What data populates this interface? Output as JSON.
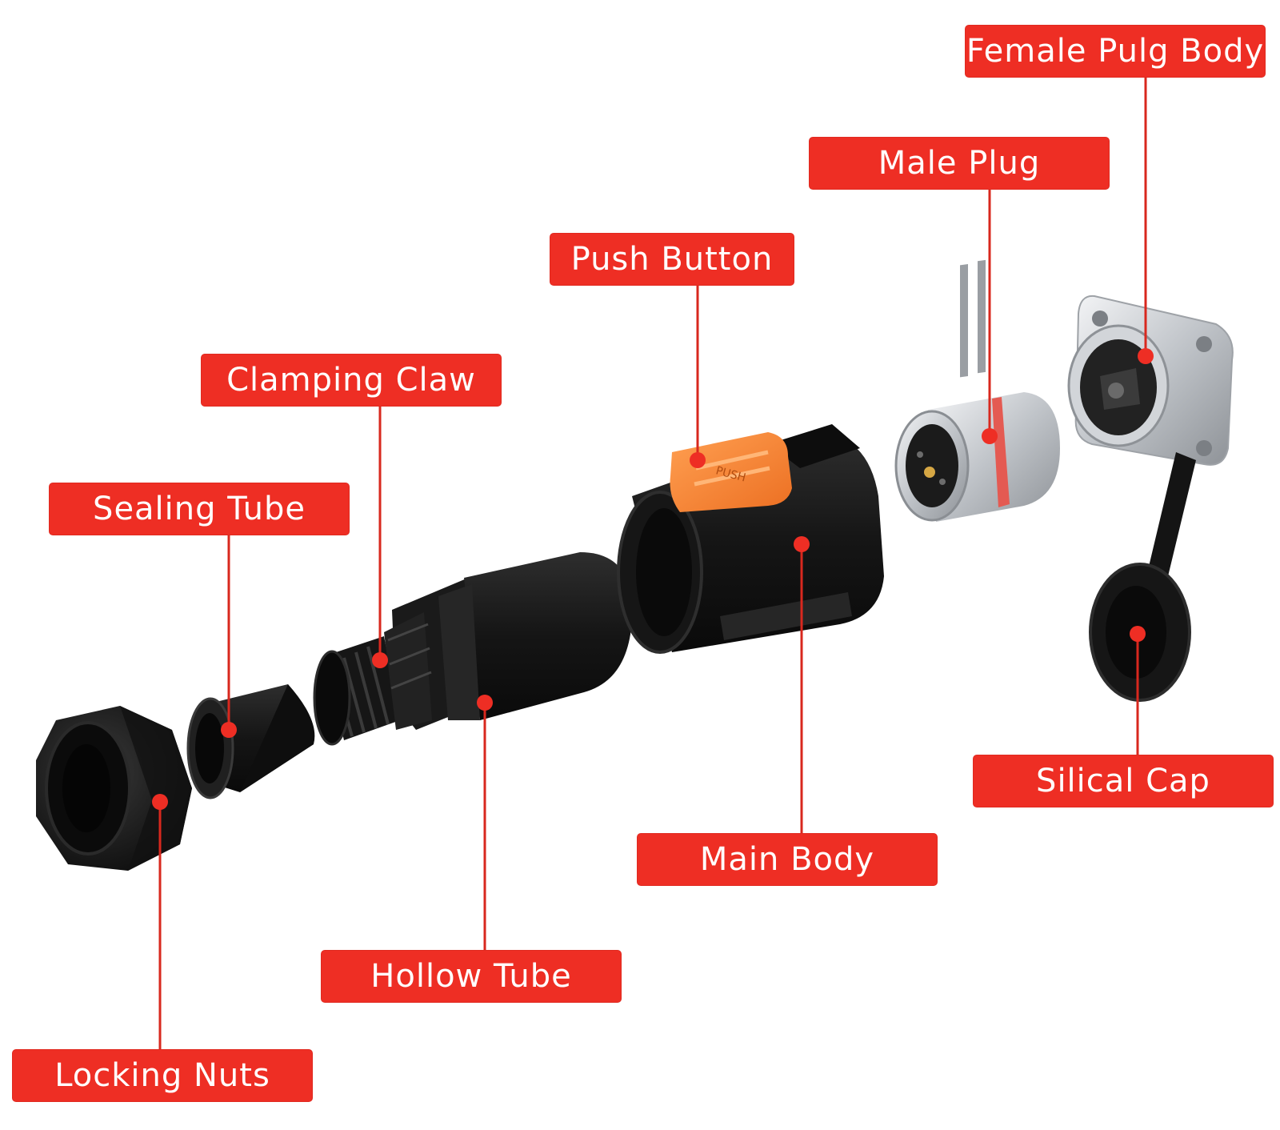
{
  "colors": {
    "label_fill": "#ee2e24",
    "label_text": "#ffffff",
    "leader_line": "#d8281e",
    "part_body": "#1c1c1c",
    "push_button": "#f58a38",
    "metal": "#c9ccd0"
  },
  "labels": {
    "female_plug_body": "Female Pulg Body",
    "male_plug": "Male Plug",
    "push_button": "Push Button",
    "clamping_claw": "Clamping Claw",
    "sealing_tube": "Sealing Tube",
    "silical_cap": "Silical Cap",
    "main_body": "Main Body",
    "hollow_tube": "Hollow Tube",
    "locking_nuts": "Locking Nuts"
  },
  "push_button_text": "PUSH"
}
